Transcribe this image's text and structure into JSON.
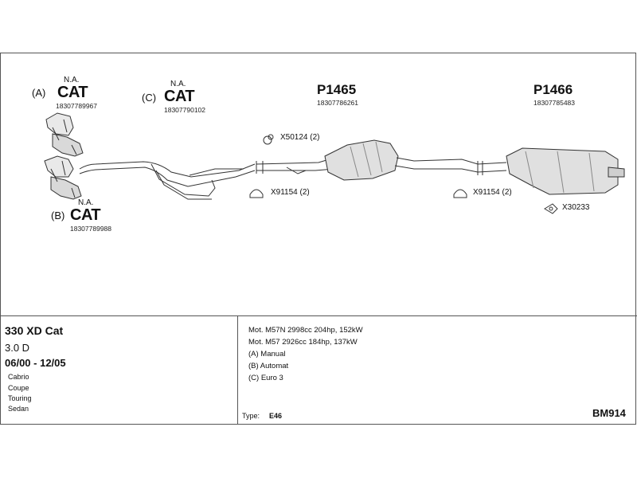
{
  "parts": {
    "cat_a": {
      "prefix": "(A)",
      "note": "N.A.",
      "label": "CAT",
      "number": "18307789967"
    },
    "cat_c": {
      "prefix": "(C)",
      "note": "N.A.",
      "label": "CAT",
      "number": "18307790102"
    },
    "cat_b": {
      "prefix": "(B)",
      "note": "N.A.",
      "label": "CAT",
      "number": "18307789988"
    },
    "p1465": {
      "label": "P1465",
      "number": "18307786261"
    },
    "p1466": {
      "label": "P1466",
      "number": "18307785483"
    },
    "x50124": "X50124 (2)",
    "x91154_left": "X91154 (2)",
    "x91154_right": "X91154 (2)",
    "x30233": "X30233"
  },
  "vehicle": {
    "model": "330 XD Cat",
    "engine": "3.0 D",
    "dates": "06/00 - 12/05",
    "body_types": [
      "Cabrio",
      "Coupe",
      "Touring",
      "Sedan"
    ]
  },
  "specs": {
    "lines": [
      "Mot. M57N 2998cc 204hp, 152kW",
      "Mot. M57 2926cc 184hp, 137kW",
      "(A) Manual",
      "(B) Automat",
      "(C) Euro 3"
    ],
    "type_label": "Type:",
    "type_value": "E46",
    "code": "BM914"
  }
}
